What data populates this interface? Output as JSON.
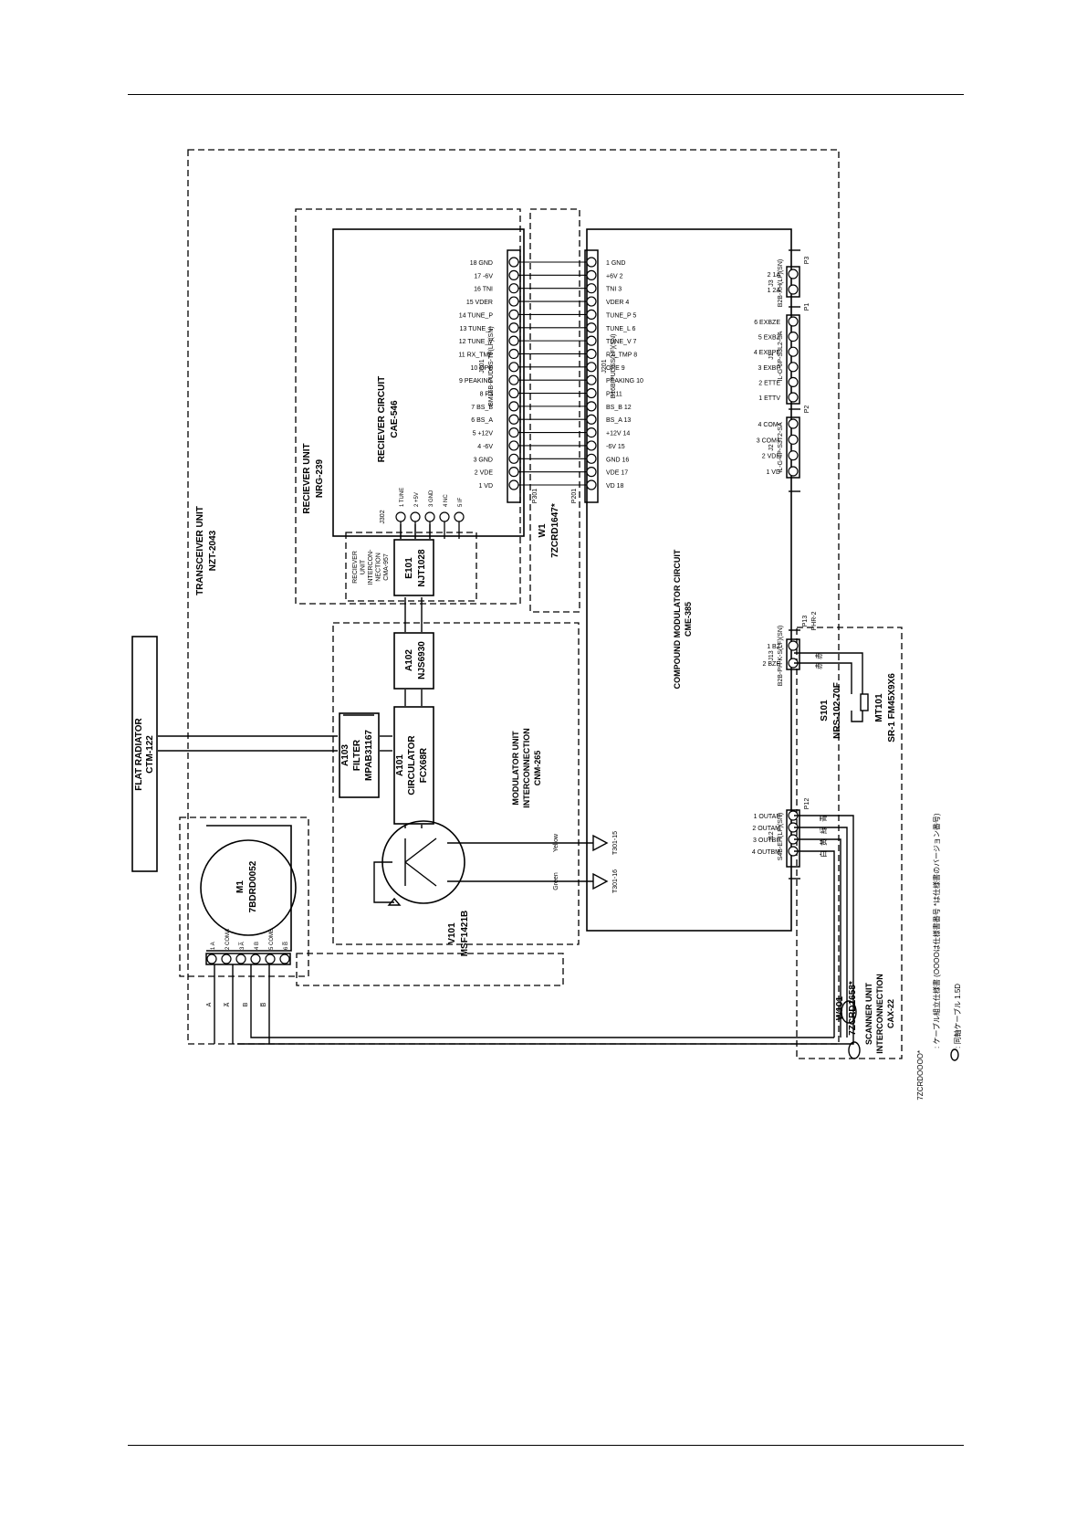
{
  "transceiver_unit": {
    "title": "TRANSCEIVER UNIT",
    "model": "NZT-2043"
  },
  "receiver_unit": {
    "title": "RECIEVER UNIT",
    "model": "NRG-239"
  },
  "receiver_circuit": {
    "title": "RECIEVER CIRCUIT",
    "model": "CAE-546"
  },
  "receiver_interconnection": {
    "lines": [
      "RECIEVER",
      "UNIT",
      "INTERCON-",
      "NECTION",
      "CMA-957"
    ]
  },
  "e101": {
    "ref": "E101",
    "part": "NJT1028"
  },
  "a102": {
    "ref": "A102",
    "part": "NJS6930"
  },
  "a101": {
    "ref": "A101",
    "name": "CIRCULATOR",
    "part": "FCX68R"
  },
  "a103": {
    "ref": "A103",
    "name": "FILTER",
    "part": "MPAB31167"
  },
  "v101": {
    "ref": "V101",
    "part": "MSF1421B"
  },
  "flat_radiator": {
    "title": "FLAT RADIATOR",
    "model": "CTM-122"
  },
  "modulator_unit": {
    "title": "MODULATOR UNIT",
    "subtitle": "INTERCONNECTION",
    "model": "CNM-265"
  },
  "compound_modulator": {
    "title": "COMPOUND MODULATOR CIRCUIT",
    "model": "CME-385"
  },
  "scanner_unit": {
    "title": "SCANNER UNIT",
    "subtitle": "INTERCONNECTION",
    "model": "CAX-22"
  },
  "motor": {
    "ref": "M1",
    "part": "7BDRD0052"
  },
  "s101": {
    "ref": "S101",
    "part": "NRS-102-70F"
  },
  "mt101": {
    "ref": "MT101",
    "part": "SR-1 FM45X9X6"
  },
  "w1": {
    "ref": "W1",
    "part": "7ZCRD1647*"
  },
  "w101": {
    "ref": "W101",
    "part": "7ZCRD1658*"
  },
  "j301": {
    "ref": "J301",
    "type": "BM16B-PUDSS-TF(LF)(SN)"
  },
  "j201": {
    "ref": "J201",
    "type": "B16B-PUDSS(LF)(SN)"
  },
  "j302": {
    "ref": "J302"
  },
  "j3": {
    "ref": "J3",
    "type": "B2B-XH(LF)(SN)"
  },
  "j1": {
    "ref": "J1",
    "type": "IL-G-6P-S3L2-SA"
  },
  "j2": {
    "ref": "J2",
    "type": "IL-G-4P-S3T2-SA"
  },
  "j13": {
    "ref": "J13",
    "type": "B2B-PH-K-S(LF)(SN)"
  },
  "j12": {
    "ref": "J12",
    "type": "S4B-EH(LF)(SN)"
  },
  "plug_labels": {
    "p301": "P301",
    "p201": "P201",
    "p1": "P1",
    "p2": "P2",
    "p3": "P3",
    "p12": "P12",
    "p13": "P13",
    "p13_type": "PHR-2"
  },
  "j301_pins": [
    "1 VD",
    "2 VDE",
    "3 GND",
    "4 -6V",
    "5 +12V",
    "6 BS_A",
    "7 BS_B",
    "8 P3",
    "9 PEAKING",
    "10 OPE",
    "11 RX_TMP",
    "12 TUNE_V",
    "13 TUNE_L",
    "14 TUNE_P",
    "15 VDER",
    "16 TNI",
    "17 -6V",
    "18 GND"
  ],
  "j201_pins": [
    "VD 18",
    "VDE 17",
    "GND 16",
    "-6V 15",
    "+12V 14",
    "BS_A 13",
    "BS_B 12",
    "P3 11",
    "PEAKING 10",
    "OPE 9",
    "RX_TMP 8",
    "TUNE_V 7",
    "TUNE_L 6",
    "TUNE_P 5",
    "VDER 4",
    "TNI 3",
    "+6V 2",
    "1 GND"
  ],
  "j302_pins": [
    "1 TUNE",
    "2 +5V",
    "3 GND",
    "4 NC",
    "5 IF"
  ],
  "j2_pins": [
    "1 VD",
    "2 VDE",
    "3 COM+",
    "4 COM-"
  ],
  "j1_pins": [
    "1 ETTV",
    "2 ETTE",
    "3 EXBP",
    "4 EXBPE",
    "5 EXBZ",
    "6 EXBZE"
  ],
  "j3_pins": [
    "1 2A",
    "2 1A"
  ],
  "j13_pins": [
    "1 BZ",
    "2 BZE"
  ],
  "j12_pins": [
    "1 OUTAP",
    "2 OUTAM",
    "3 OUTBP",
    "4 OUTBM"
  ],
  "motor_pins": [
    "1 A",
    "2 COMA",
    "3 A̅",
    "4 B",
    "5 COMB",
    "6 B̅"
  ],
  "motor_wires": [
    "A",
    "A̅",
    "B",
    "B̅"
  ],
  "j12_wire_colors": [
    "白",
    "黄",
    "緑",
    "青"
  ],
  "j13_wire_colors": [
    "赤",
    "赤"
  ],
  "tuning_terminals": [
    "T301-16",
    "T301-15"
  ],
  "tuning_wires": [
    "Green",
    "Yellow"
  ],
  "legend": {
    "part_code": "7ZCRDOOOO*",
    "cable_note": ": ケーブル組立仕様書 (OOOOは仕様書番号 *は仕様書のバージョン番号)",
    "coax_note": ": 同軸ケーブル 1.5D"
  }
}
